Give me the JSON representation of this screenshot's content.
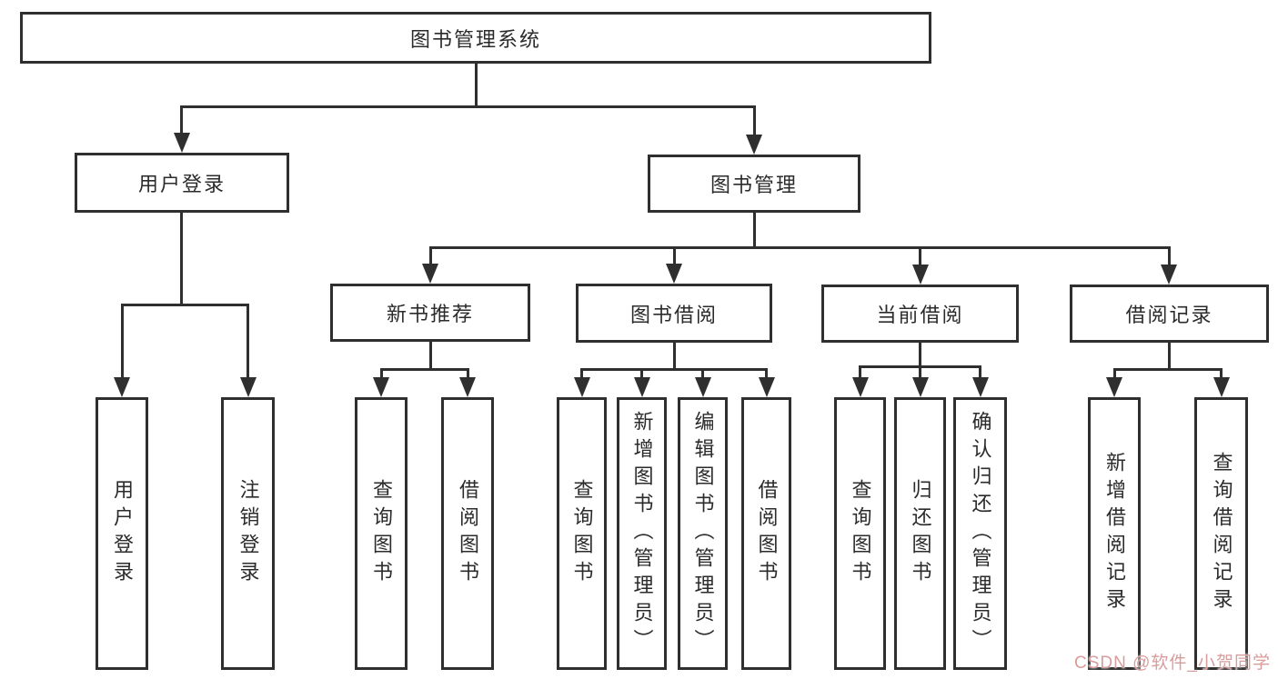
{
  "diagram": {
    "root": {
      "label": "图书管理系统"
    },
    "level2": [
      {
        "label": "用户登录"
      },
      {
        "label": "图书管理"
      }
    ],
    "level3": [
      {
        "label": "新书推荐",
        "parent": "图书管理"
      },
      {
        "label": "图书借阅",
        "parent": "图书管理"
      },
      {
        "label": "当前借阅",
        "parent": "图书管理"
      },
      {
        "label": "借阅记录",
        "parent": "图书管理"
      }
    ],
    "leaves": [
      {
        "label": "用户登录",
        "parent": "用户登录"
      },
      {
        "label": "注销登录",
        "parent": "用户登录"
      },
      {
        "label": "查询图书",
        "parent": "新书推荐"
      },
      {
        "label": "借阅图书",
        "parent": "新书推荐"
      },
      {
        "label": "查询图书",
        "parent": "图书借阅"
      },
      {
        "label": "新增图书（管理员）",
        "parent": "图书借阅"
      },
      {
        "label": "编辑图书（管理员）",
        "parent": "图书借阅"
      },
      {
        "label": "借阅图书",
        "parent": "图书借阅"
      },
      {
        "label": "查询图书",
        "parent": "当前借阅"
      },
      {
        "label": "归还图书",
        "parent": "当前借阅"
      },
      {
        "label": "确认归还（管理员）",
        "parent": "当前借阅"
      },
      {
        "label": "新增借阅记录",
        "parent": "借阅记录"
      },
      {
        "label": "查询借阅记录",
        "parent": "借阅记录"
      }
    ]
  },
  "watermark": {
    "text": "CSDN @软件_小贺同学"
  },
  "colors": {
    "line": "#2f2f2f",
    "text": "#2b2b2b",
    "box_background": "#ffffff",
    "page_background": "#ffffff",
    "watermark": "#d99c9c"
  }
}
